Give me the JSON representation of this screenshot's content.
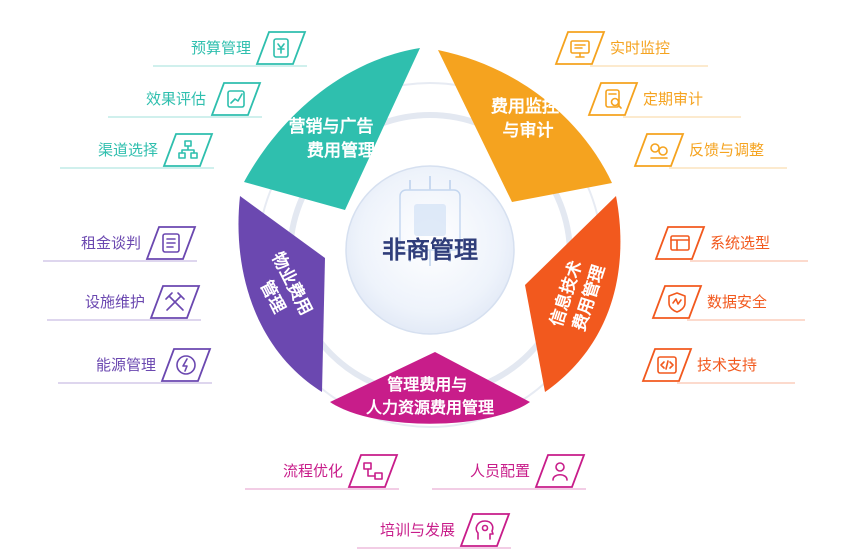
{
  "center": {
    "title": "非商管理"
  },
  "segments": [
    {
      "id": "marketing",
      "lines": [
        "营销与广告",
        "费用管理"
      ],
      "color": "#2fbfae"
    },
    {
      "id": "monitor",
      "lines": [
        "费用监控",
        "与审计"
      ],
      "color": "#f5a31f"
    },
    {
      "id": "it",
      "lines": [
        "信息技术",
        "费用管理"
      ],
      "color": "#f2591e"
    },
    {
      "id": "hr",
      "lines": [
        "管理费用与",
        "人力资源费用管理"
      ],
      "color": "#c81d8a"
    },
    {
      "id": "property",
      "lines": [
        "物业费用",
        "管理"
      ],
      "color": "#6b48b0"
    }
  ],
  "items": {
    "marketing": [
      {
        "label": "预算管理",
        "icon": "yen-doc-icon"
      },
      {
        "label": "效果评估",
        "icon": "chart-edit-icon"
      },
      {
        "label": "渠道选择",
        "icon": "hierarchy-icon"
      }
    ],
    "monitor": [
      {
        "label": "实时监控",
        "icon": "monitor-icon"
      },
      {
        "label": "定期审计",
        "icon": "audit-doc-icon"
      },
      {
        "label": "反馈与调整",
        "icon": "feedback-icon"
      }
    ],
    "it": [
      {
        "label": "系统选型",
        "icon": "window-icon"
      },
      {
        "label": "数据安全",
        "icon": "shield-icon"
      },
      {
        "label": "技术支持",
        "icon": "code-icon"
      }
    ],
    "property": [
      {
        "label": "租金谈判",
        "icon": "contract-icon"
      },
      {
        "label": "设施维护",
        "icon": "tools-icon"
      },
      {
        "label": "能源管理",
        "icon": "energy-icon"
      }
    ],
    "hr": [
      {
        "label": "流程优化",
        "icon": "flow-icon"
      },
      {
        "label": "人员配置",
        "icon": "person-icon"
      },
      {
        "label": "培训与发展",
        "icon": "brain-icon"
      }
    ]
  }
}
